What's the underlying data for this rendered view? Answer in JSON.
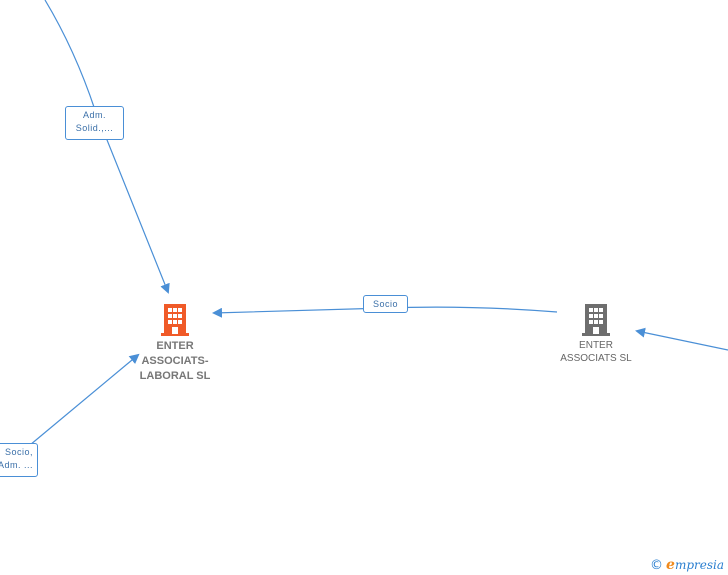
{
  "nodes": {
    "main": {
      "label_line1": "ENTER",
      "label_line2": "ASSOCIATS-",
      "label_line3": "LABORAL SL",
      "color": "#f05a28"
    },
    "other": {
      "label_line1": "ENTER",
      "label_line2": "ASSOCIATS SL",
      "color": "#6e6e6e"
    }
  },
  "edges": {
    "top": {
      "label_line1": "Adm.",
      "label_line2": "Solid.,..."
    },
    "middle": {
      "label": "Socio"
    },
    "bottom_left": {
      "label_line1": "Socio,",
      "label_line2": "Adm. ..."
    }
  },
  "colors": {
    "edge": "#4a8fd6"
  },
  "brand": {
    "copyright": "©",
    "initial": "e",
    "rest": "mpresia"
  }
}
